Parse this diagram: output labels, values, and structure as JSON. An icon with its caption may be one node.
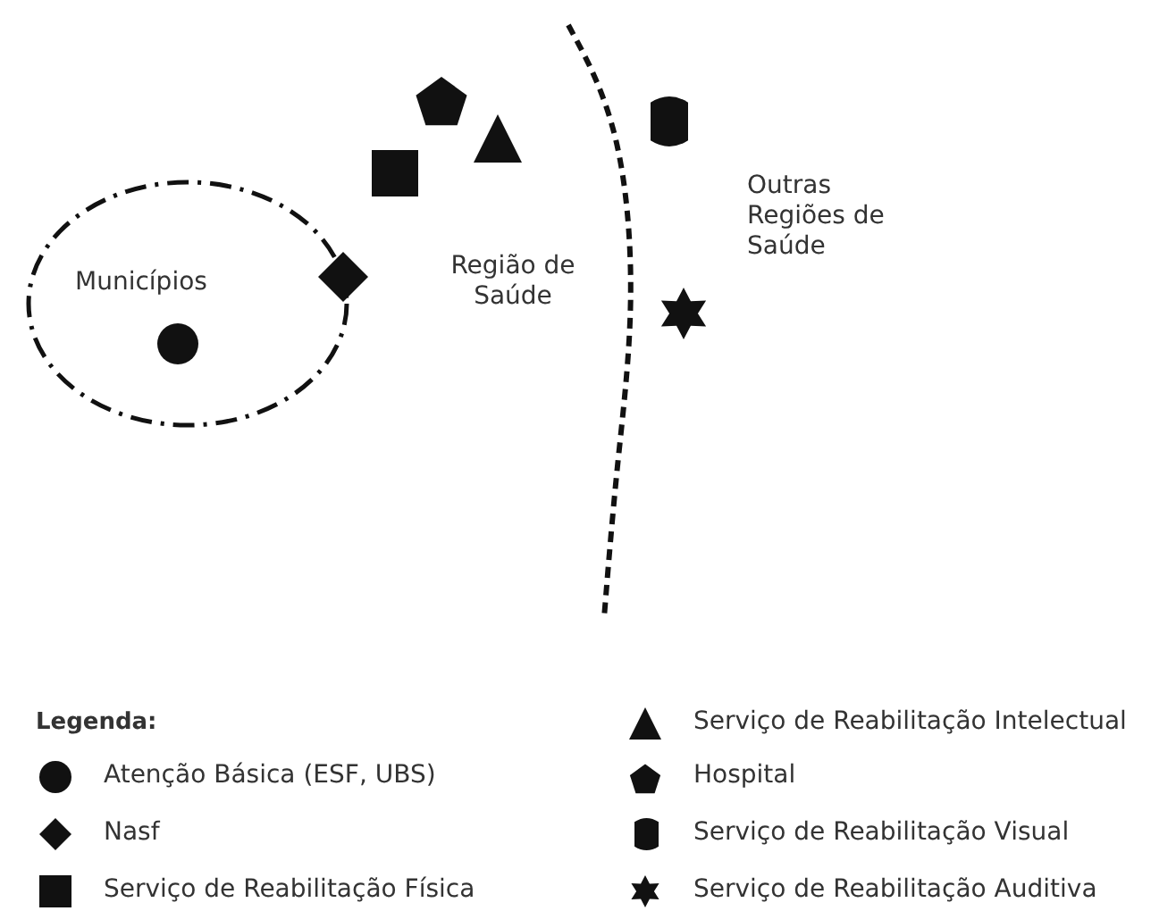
{
  "diagram": {
    "nodes": [
      {
        "text": [
          "Municípios"
        ]
      }
    ],
    "edges": [],
    "labels": [
      "Região de Saúde",
      "Outras Regiões de Saúde",
      "Legenda:"
    ],
    "legend": [
      {
        "text": "Atenção Básica (ESF, UBS)"
      },
      {
        "text": "Nasf"
      },
      {
        "text": "Serviço de Reabilitação Física"
      },
      {
        "text": "Serviço de Reabilitação Intelectual"
      },
      {
        "text": "Hospital"
      },
      {
        "text": "Serviço de Reabilitação Visual"
      },
      {
        "text": "Serviço de Reabilitação Auditiva"
      }
    ]
  }
}
